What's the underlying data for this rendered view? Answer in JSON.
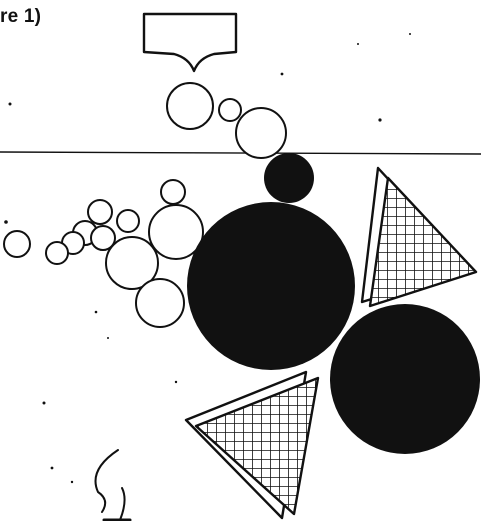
{
  "figure": {
    "caption_fragment": "re 1)"
  },
  "colors": {
    "ink": "#111111",
    "paper": "#ffffff"
  },
  "parts": {
    "funnel": "funnel-shape",
    "open_circles": "open-circles",
    "filled_circles": "filled-circles",
    "hatched_triangles": "hatched-triangles",
    "horizontal_line": "horizontal-line",
    "sketch_mark": "hand-sketch-mark"
  }
}
